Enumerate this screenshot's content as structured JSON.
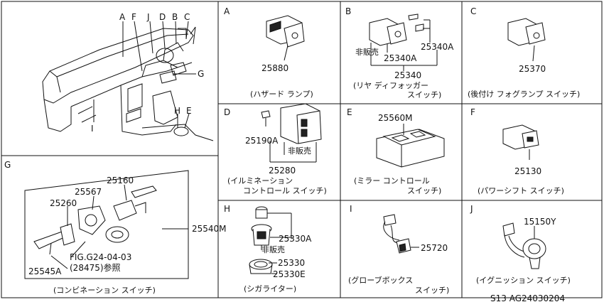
{
  "overview": {
    "callouts": [
      "A",
      "F",
      "J",
      "D",
      "B",
      "C",
      "G",
      "I",
      "H",
      "E"
    ]
  },
  "panels": {
    "a": {
      "letter": "A",
      "parts": [
        "25880"
      ],
      "caption": "(ハザード ランプ)"
    },
    "b": {
      "letter": "B",
      "parts": [
        "25340A",
        "25340A",
        "25340"
      ],
      "not_sold": "非販売",
      "caption_1": "(リヤ ディフォッガー",
      "caption_2": "スイッチ)"
    },
    "c": {
      "letter": "C",
      "parts": [
        "25370"
      ],
      "caption": "(後付け フォグランプ スイッチ)"
    },
    "d": {
      "letter": "D",
      "parts": [
        "25190A",
        "25280"
      ],
      "not_sold": "非販売",
      "caption_1": "(イルミネーション",
      "caption_2": "コントロール スイッチ)"
    },
    "e": {
      "letter": "E",
      "parts": [
        "25560M"
      ],
      "caption_1": "(ミラー コントロール",
      "caption_2": "スイッチ)"
    },
    "f": {
      "letter": "F",
      "parts": [
        "25130"
      ],
      "caption": "(パワーシフト スイッチ)"
    },
    "g": {
      "letter": "G",
      "parts": [
        "25160",
        "25567",
        "25260",
        "25540M",
        "25545A"
      ],
      "fig_ref": "FIG.G24-04-03",
      "fig_ref_note": "(28475)参照",
      "caption": "(コンビネーション スイッチ)"
    },
    "h": {
      "letter": "H",
      "parts": [
        "25330A",
        "25330",
        "25330E"
      ],
      "not_sold": "非販売",
      "caption": "(シガライター)"
    },
    "i": {
      "letter": "I",
      "parts": [
        "25720"
      ],
      "caption_1": "(グローブボックス",
      "caption_2": "スイッチ)"
    },
    "j": {
      "letter": "J",
      "parts": [
        "15150Y"
      ],
      "caption": "(イグニッション スイッチ)"
    }
  },
  "footer": {
    "code": "S13  AG24030204"
  }
}
